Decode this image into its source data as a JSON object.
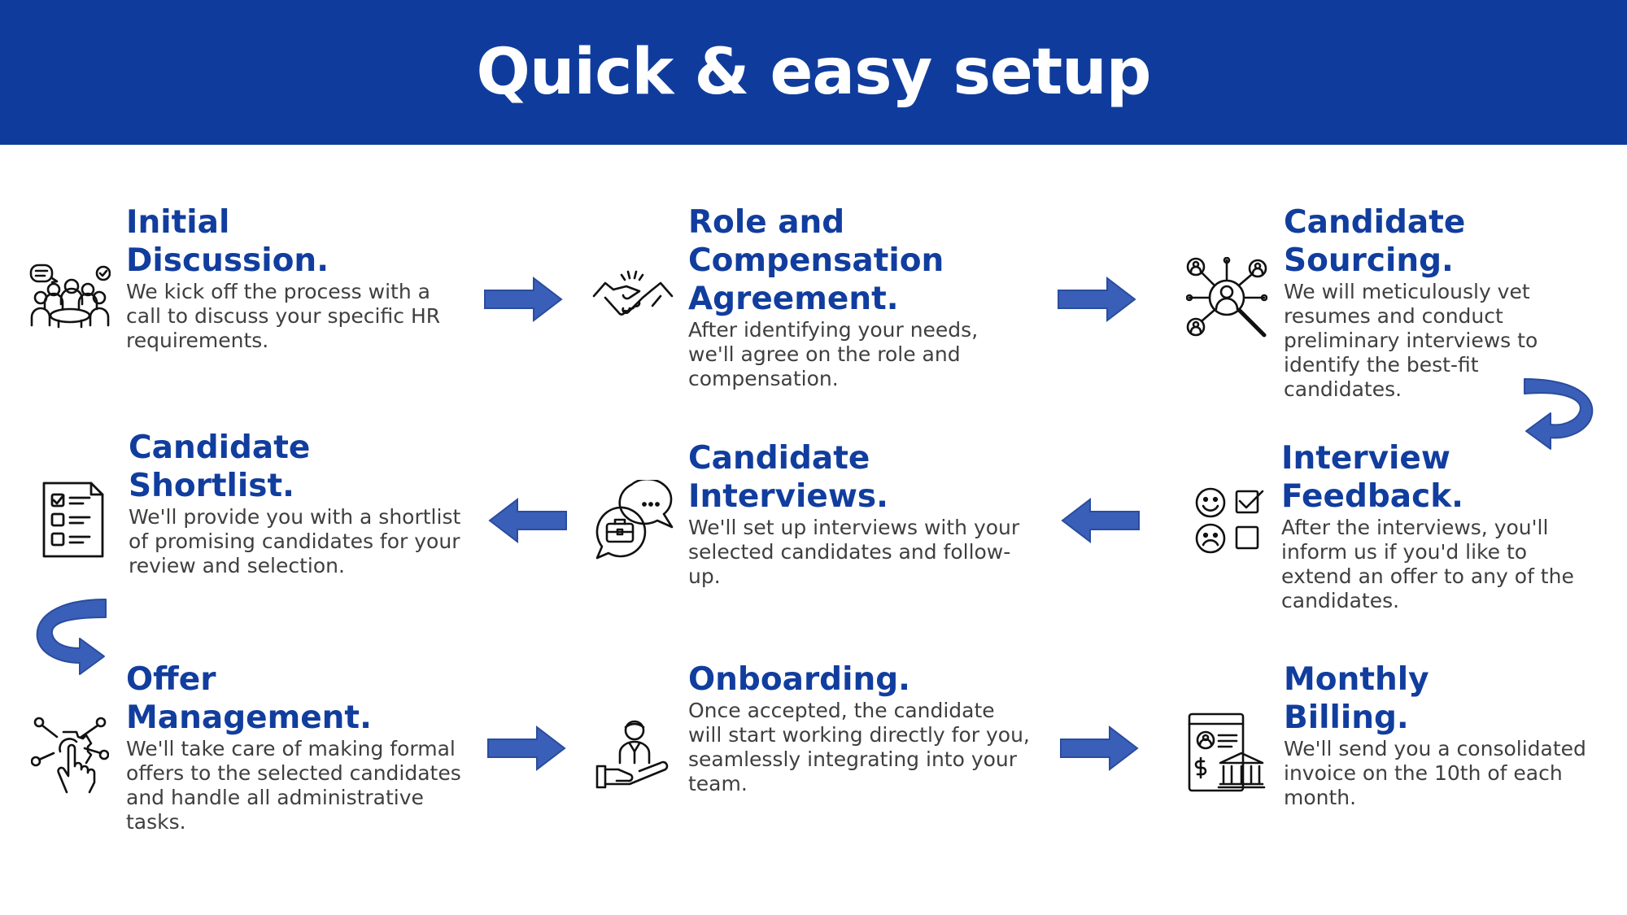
{
  "header": {
    "title": "Quick & easy setup"
  },
  "colors": {
    "brand_blue": "#0f3c9c",
    "heading_blue": "#113d9e",
    "arrow_blue": "#3a5fb8",
    "text": "#3f3f3f"
  },
  "steps": [
    {
      "title_lines": [
        "Initial",
        "Discussion."
      ],
      "description": "We kick off the process with a call to discuss your specific HR requirements.",
      "icon": "meeting-icon"
    },
    {
      "title_lines": [
        "Role and",
        "Compensation",
        "Agreement."
      ],
      "description": "After identifying your needs, we'll agree on the role and compensation.",
      "icon": "handshake-icon"
    },
    {
      "title_lines": [
        "Candidate",
        "Sourcing."
      ],
      "description": "We will meticulously vet resumes and conduct preliminary interviews to identify the best-fit candidates.",
      "icon": "candidate-search-icon"
    },
    {
      "title_lines": [
        "Interview",
        "Feedback."
      ],
      "description": "After the interviews, you'll inform us if you'd like to extend an offer to any of the candidates.",
      "icon": "feedback-icon"
    },
    {
      "title_lines": [
        "Candidate",
        "Interviews."
      ],
      "description": "We'll set up interviews with your selected candidates and follow-up.",
      "icon": "interview-chat-icon"
    },
    {
      "title_lines": [
        "Candidate",
        "Shortlist."
      ],
      "description": "We'll provide you with a shortlist of promising candidates for your review and selection.",
      "icon": "checklist-icon"
    },
    {
      "title_lines": [
        "Offer",
        "Management."
      ],
      "description": "We'll take care of making formal offers to the selected candidates and handle all administrative tasks.",
      "icon": "touch-network-icon"
    },
    {
      "title_lines": [
        "Onboarding."
      ],
      "description": "Once accepted, the candidate will start working directly for you, seamlessly integrating into your team.",
      "icon": "onboarding-hand-icon"
    },
    {
      "title_lines": [
        "Monthly",
        "Billing."
      ],
      "description": "We'll send you a consolidated invoice on the 10th of each month.",
      "icon": "invoice-bank-icon"
    }
  ]
}
